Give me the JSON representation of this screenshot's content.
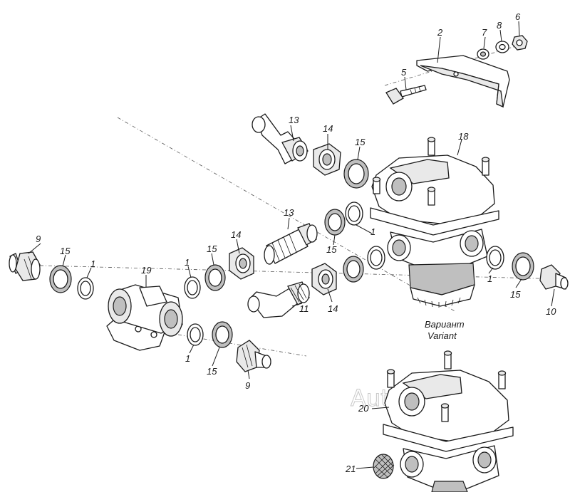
{
  "variant": {
    "line1": "Вариант",
    "line2": "Variant"
  },
  "watermark": "AutoSoft",
  "callouts": [
    {
      "id": "c2",
      "text": "2"
    },
    {
      "id": "c7",
      "text": "7"
    },
    {
      "id": "c8",
      "text": "8"
    },
    {
      "id": "c6",
      "text": "6"
    },
    {
      "id": "c5",
      "text": "5"
    },
    {
      "id": "c13a",
      "text": "13"
    },
    {
      "id": "c14a",
      "text": "14"
    },
    {
      "id": "c15a",
      "text": "15"
    },
    {
      "id": "c18",
      "text": "18"
    },
    {
      "id": "c13b",
      "text": "13"
    },
    {
      "id": "c1a",
      "text": "1"
    },
    {
      "id": "c15b",
      "text": "15"
    },
    {
      "id": "c14b",
      "text": "14"
    },
    {
      "id": "c9a",
      "text": "9"
    },
    {
      "id": "c15c",
      "text": "15"
    },
    {
      "id": "c1b",
      "text": "1"
    },
    {
      "id": "c19",
      "text": "19"
    },
    {
      "id": "c1c",
      "text": "1"
    },
    {
      "id": "c15d",
      "text": "15"
    },
    {
      "id": "c14c",
      "text": "14"
    },
    {
      "id": "c11",
      "text": "11"
    },
    {
      "id": "c1d",
      "text": "1"
    },
    {
      "id": "c15e",
      "text": "15"
    },
    {
      "id": "c10",
      "text": "10"
    },
    {
      "id": "c1e",
      "text": "1"
    },
    {
      "id": "c15f",
      "text": "15"
    },
    {
      "id": "c9b",
      "text": "9"
    },
    {
      "id": "c20",
      "text": "20"
    },
    {
      "id": "c21",
      "text": "21"
    }
  ]
}
